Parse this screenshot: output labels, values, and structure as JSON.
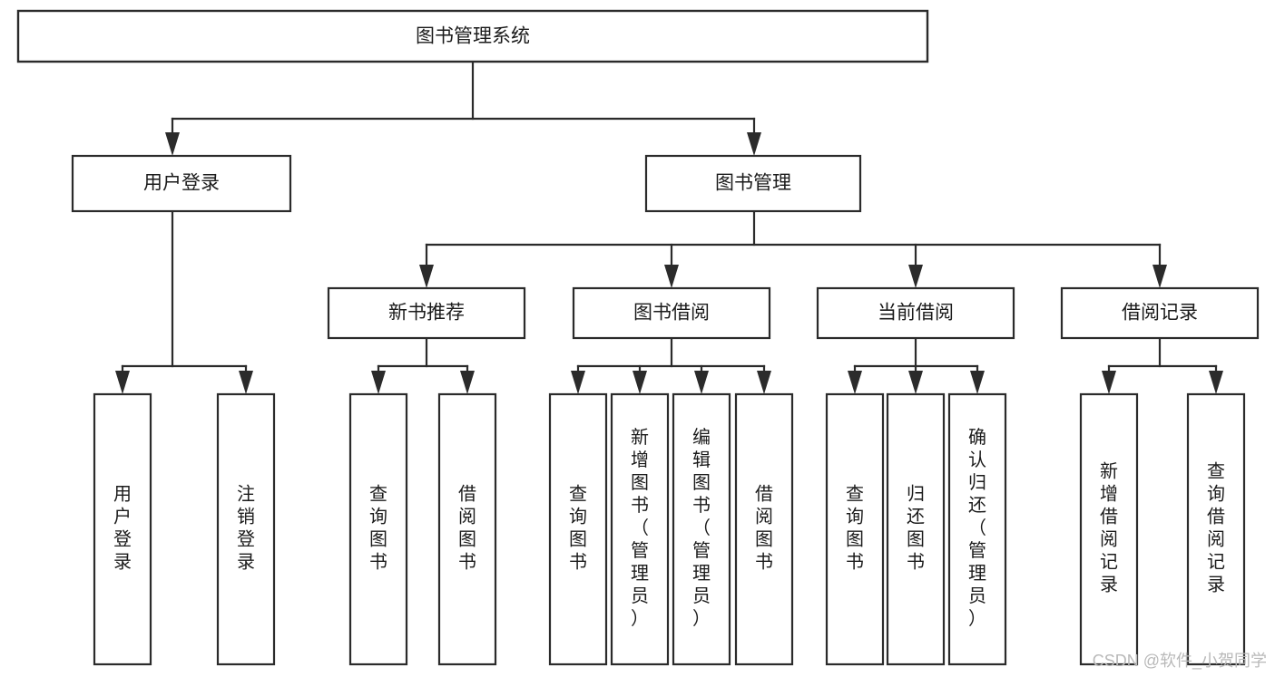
{
  "diagram": {
    "title": "图书管理系统",
    "type": "tree-hierarchy",
    "orientation": "top-down",
    "colors": {
      "stroke": "#2b2b2b",
      "fill": "#ffffff",
      "text": "#1b1b1b",
      "watermark": "#b9b9b9",
      "background": "#ffffff"
    },
    "root": {
      "label": "图书管理系统"
    },
    "level2": [
      {
        "label": "用户登录"
      },
      {
        "label": "图书管理"
      }
    ],
    "level3": [
      {
        "label": "新书推荐"
      },
      {
        "label": "图书借阅"
      },
      {
        "label": "当前借阅"
      },
      {
        "label": "借阅记录"
      }
    ],
    "leaves": {
      "user_login": [
        {
          "label": "用户登录"
        },
        {
          "label": "注销登录"
        }
      ],
      "new_book_recommend": [
        {
          "label": "查询图书"
        },
        {
          "label": "借阅图书"
        }
      ],
      "book_borrow": [
        {
          "label": "查询图书"
        },
        {
          "label": "新增图书（管理员）"
        },
        {
          "label": "编辑图书（管理员）"
        },
        {
          "label": "借阅图书"
        }
      ],
      "current_borrow": [
        {
          "label": "查询图书"
        },
        {
          "label": "归还图书"
        },
        {
          "label": "确认归还（管理员）"
        }
      ],
      "borrow_record": [
        {
          "label": "新增借阅记录"
        },
        {
          "label": "查询借阅记录"
        }
      ]
    },
    "watermark": "CSDN @软件_小贺同学"
  }
}
